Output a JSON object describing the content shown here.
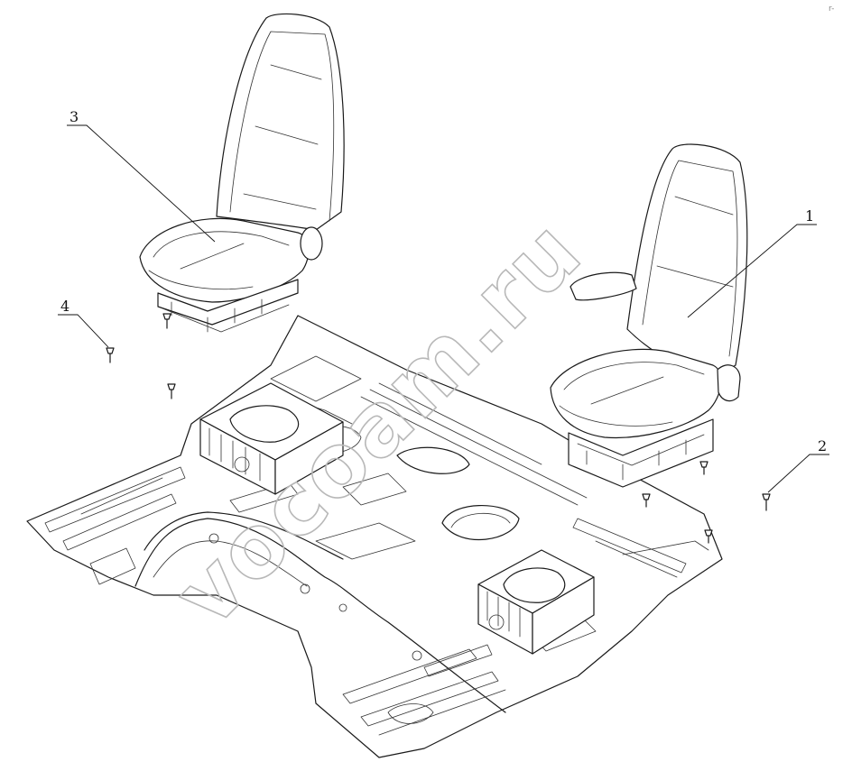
{
  "diagram": {
    "callouts": [
      {
        "id": "callout-1",
        "label": "1"
      },
      {
        "id": "callout-2",
        "label": "2"
      },
      {
        "id": "callout-3",
        "label": "3"
      },
      {
        "id": "callout-4",
        "label": "4"
      }
    ],
    "watermark": "vocoam.ru",
    "corner_mark": "r-"
  }
}
